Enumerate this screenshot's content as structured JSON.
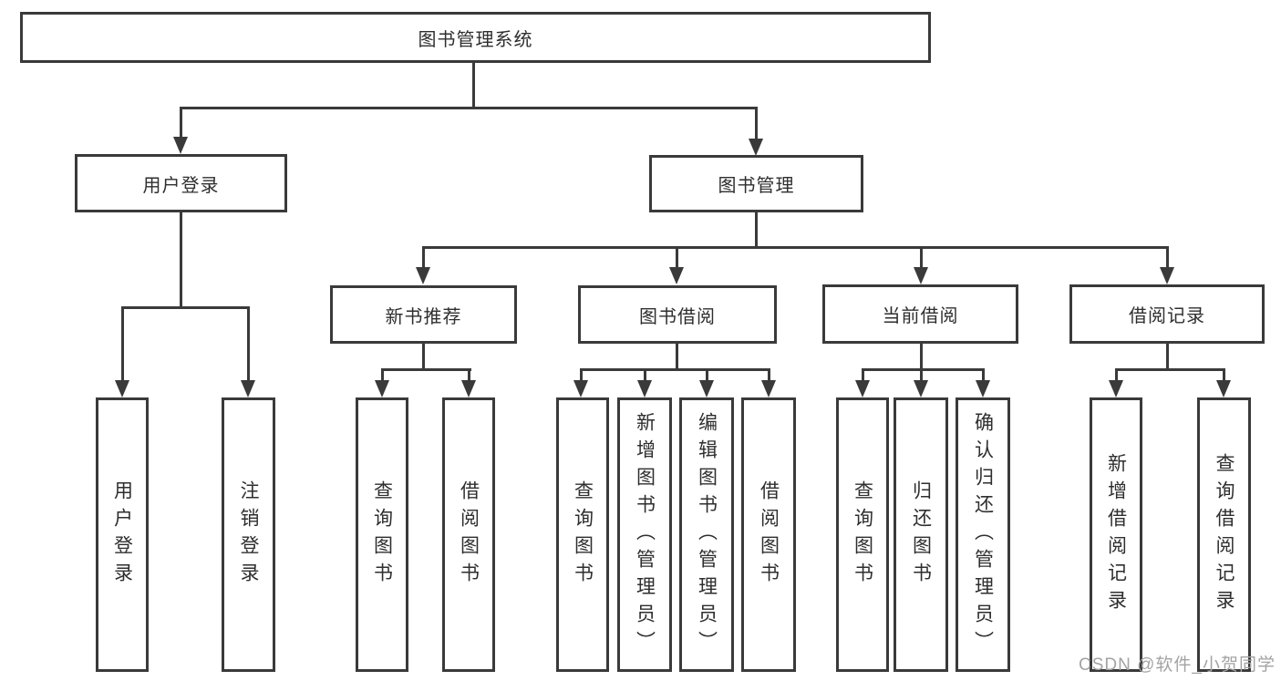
{
  "tree": {
    "root_label": "图书管理系统",
    "branches": [
      {
        "label": "用户登录",
        "children": [
          "用户登录",
          "注销登录"
        ]
      },
      {
        "label": "图书管理",
        "groups": [
          {
            "label": "新书推荐",
            "children": [
              "查询图书",
              "借阅图书"
            ]
          },
          {
            "label": "图书借阅",
            "children": [
              "查询图书",
              "新增图书（管理员）",
              "编辑图书（管理员）",
              "借阅图书"
            ]
          },
          {
            "label": "当前借阅",
            "children": [
              "查询图书",
              "归还图书",
              "确认归还（管理员）"
            ]
          },
          {
            "label": "借阅记录",
            "children": [
              "新增借阅记录",
              "查询借阅记录"
            ]
          }
        ]
      }
    ]
  },
  "watermark": {
    "text": "CSDN @软件_小贺同学"
  },
  "colors": {
    "line": "#3a3a3a",
    "box_background": "#ffffff",
    "text": "#2e2e2e",
    "watermark": "#a3a3a3"
  }
}
